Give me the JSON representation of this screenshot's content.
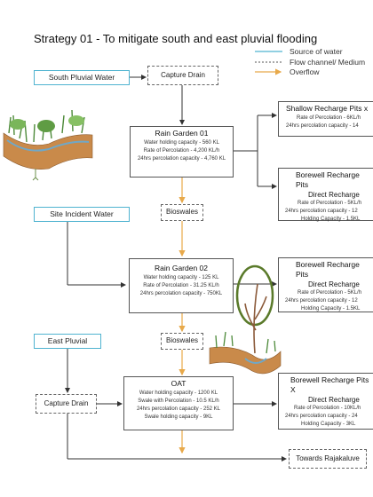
{
  "title": "Strategy 01 - To mitigate south and east pluvial flooding",
  "legend": [
    {
      "label": "Source of water",
      "style": "source",
      "color": "#4fb3d0"
    },
    {
      "label": "Flow channel/ Medium",
      "style": "dashed-box"
    },
    {
      "label": "Overflow",
      "style": "arrow",
      "color": "#e8a94a"
    }
  ],
  "sources": {
    "south": "South Pluvial Water",
    "site": "Site Incident Water",
    "east": "East Pluvial"
  },
  "channels": {
    "capture_top": "Capture Drain",
    "bioswales_1": "Bioswales",
    "bioswales_2": "Bioswales",
    "capture_bottom": "Capture Drain",
    "towards": "Towards Rajakaluve"
  },
  "rain_garden_01": {
    "title": "Rain Garden 01",
    "lines": [
      "Water holding capacity - 560 KL",
      "Rate of Percolation - 4,200 KL/h",
      "24hrs percolation capacity - 4,760 KL"
    ]
  },
  "rain_garden_02": {
    "title": "Rain Garden 02",
    "lines": [
      "Water holding capacity - 125 KL",
      "Rate of Percolation - 31.25 KL/h",
      "24hrs percolation capacity - 750KL"
    ]
  },
  "oat": {
    "title": "OAT",
    "lines": [
      "Water holding capacity - 1200 KL",
      "Swale with Percolation - 10.5 KL/h",
      "24hrs percolation capacity - 252 KL",
      "Swale holding capacity - 9KL"
    ]
  },
  "shallow_pits": {
    "title": "Shallow Recharge Pits x",
    "lines": [
      "Rate of Percolation - 6KL/h",
      "24hrs percolation capacity - 14"
    ]
  },
  "borewell_1": {
    "title": "Borewell Recharge Pits",
    "subtitle": "Direct Recharge",
    "lines": [
      "Rate of Percolation - 5KL/h",
      "24hrs percolation capacity - 12",
      "Holding Capacity - 1.5KL"
    ]
  },
  "borewell_2": {
    "title": "Borewell Recharge Pits",
    "subtitle": "Direct Recharge",
    "lines": [
      "Rate of Percolation - 5KL/h",
      "24hrs percolation capacity - 12",
      "Holding Capacity - 1.5KL"
    ]
  },
  "borewell_3": {
    "title": "Borewell Recharge Pits X",
    "subtitle": "Direct Recharge",
    "lines": [
      "Rate of Percolation - 10KL/h",
      "24hrs percolation capacity - 24",
      "Holding Capacity - 3KL"
    ]
  },
  "colors": {
    "source": "#4fb3d0",
    "overflow": "#e8a94a",
    "line": "#333333"
  }
}
